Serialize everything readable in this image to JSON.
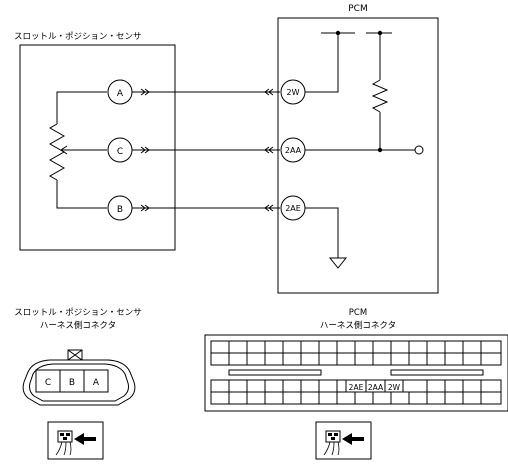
{
  "pcm": {
    "title": "PCM",
    "pins": {
      "w": "2W",
      "aa": "2AA",
      "ae": "2AE"
    }
  },
  "sensor": {
    "title": "スロットル・ポジション・センサ",
    "pins": {
      "a": "A",
      "c": "C",
      "b": "B"
    }
  },
  "sensor_connector": {
    "title_line1": "スロットル・ポジション・センサ",
    "title_line2": "ハーネス側コネクタ",
    "cells": [
      "C",
      "B",
      "A"
    ]
  },
  "pcm_connector": {
    "title_line1": "PCM",
    "title_line2": "ハーネス側コネクタ",
    "pins": [
      "2AE",
      "2AA",
      "2W"
    ]
  }
}
